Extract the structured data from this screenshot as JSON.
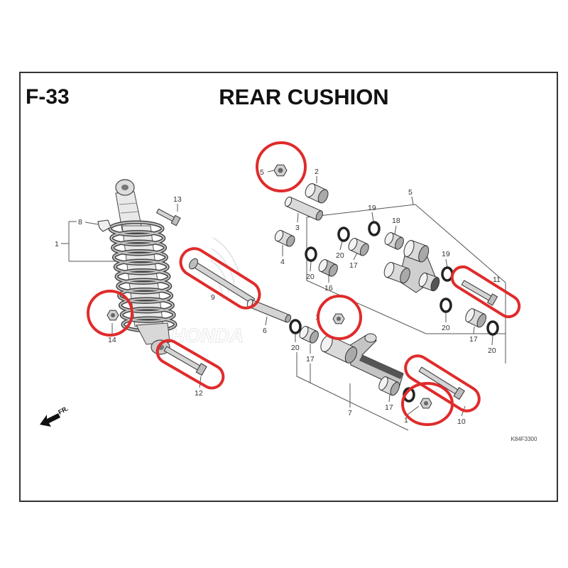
{
  "diagram": {
    "code": "F-33",
    "title": "REAR CUSHION",
    "drawing_number": "K84F3300",
    "front_label": "FR.",
    "watermark_text": "HONDA",
    "highlight_color": "#e02b2b",
    "callouts": [
      "1",
      "8",
      "13",
      "9",
      "14",
      "12",
      "6",
      "5",
      "2",
      "5",
      "3",
      "19",
      "18",
      "4",
      "20",
      "20",
      "17",
      "16",
      "19",
      "11",
      "20",
      "17",
      "20",
      "1",
      "20",
      "17",
      "7",
      "17",
      "1",
      "10"
    ]
  }
}
